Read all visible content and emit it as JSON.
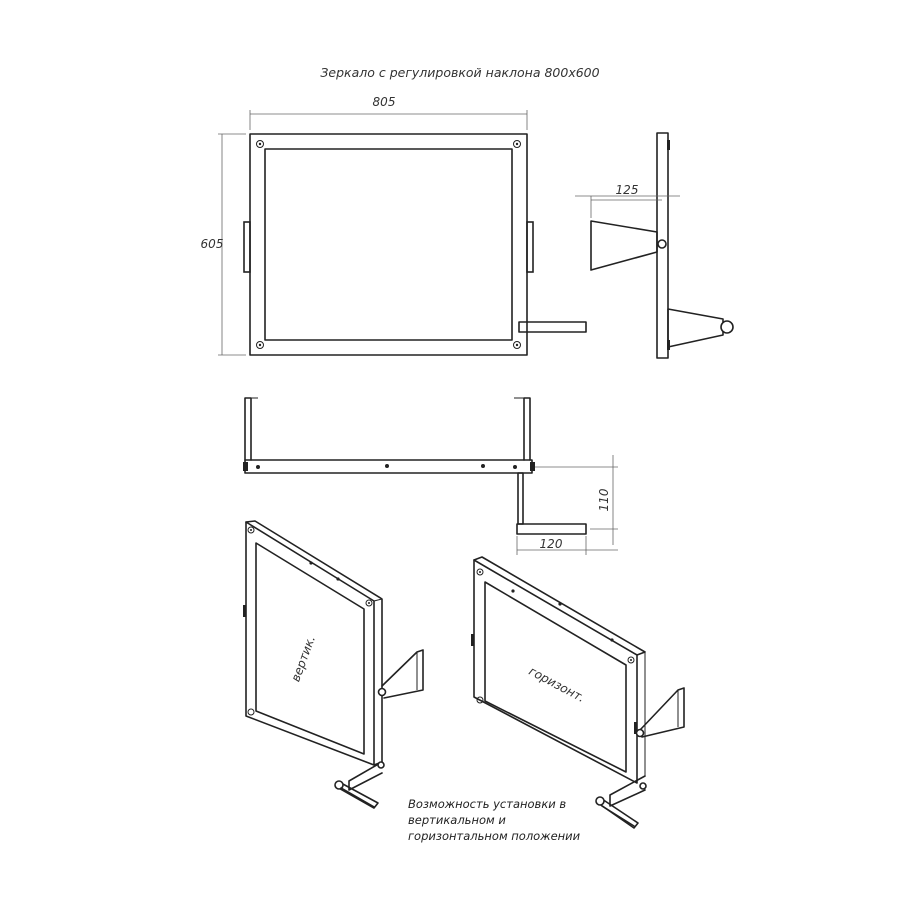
{
  "drawing": {
    "title": "Зеркало с регулировкой наклона 800x600",
    "dimensions": {
      "width_front": "805",
      "height_front": "605",
      "side_depth": "125",
      "bottom_offset": "110",
      "bottom_width": "120"
    },
    "labels": {
      "vertical": "вертик.",
      "horizontal": "горизонт."
    },
    "note": "Возможность установки в вертикальном и горизонтальном положении"
  }
}
